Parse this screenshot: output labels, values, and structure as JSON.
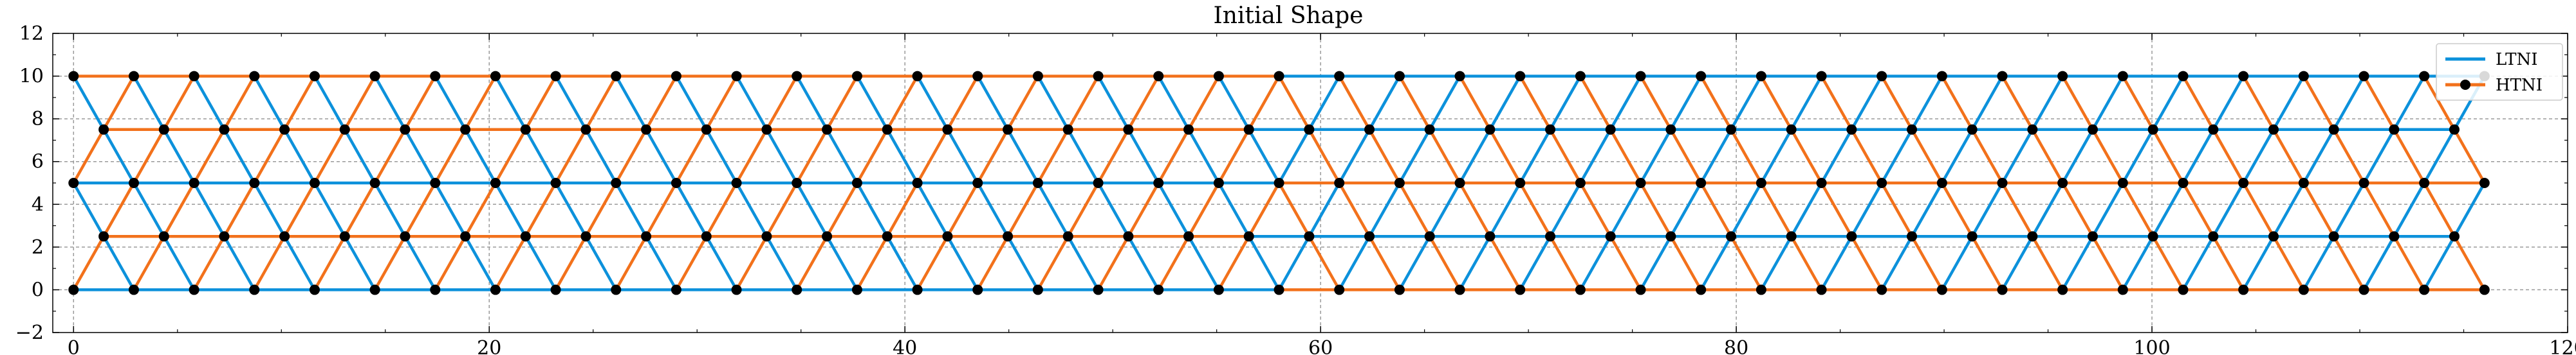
{
  "chart_data": {
    "type": "line",
    "title": "Initial Shape",
    "xlabel": "",
    "ylabel": "",
    "xlim": [
      -1,
      120
    ],
    "ylim": [
      -2,
      12
    ],
    "x_ticks": [
      0,
      20,
      40,
      60,
      80,
      100,
      120
    ],
    "y_ticks": [
      -2,
      0,
      2,
      4,
      6,
      8,
      10,
      12
    ],
    "grid": true,
    "legend_position": "top-right",
    "lattice": {
      "description": "triangular lattice of nodes joined by line segments",
      "rows_y": [
        0,
        2.5,
        5,
        7.5,
        10
      ],
      "row_x_offsets": [
        0,
        1.45,
        0,
        1.45,
        0
      ],
      "column_spacing": 2.9,
      "columns_even_rows": 41,
      "columns_odd_rows": 40,
      "x_max": 116.0,
      "switch_x": 58
    },
    "series": [
      {
        "name": "LTNI",
        "color": "#0C91DB",
        "note": "blue segments; horizontals on y=0 and y=5 left part, y=2.5 and y=7.5 and y=10 right part"
      },
      {
        "name": "HTNI",
        "color": "#F2711B",
        "note": "orange segments; complementary to LTNI"
      }
    ],
    "node_color": "#000000",
    "legend": [
      {
        "label": "LTNI",
        "color": "#0C91DB",
        "marker": "line"
      },
      {
        "label": "HTNI",
        "color": "#F2711B",
        "marker": "line-with-dot"
      }
    ]
  }
}
